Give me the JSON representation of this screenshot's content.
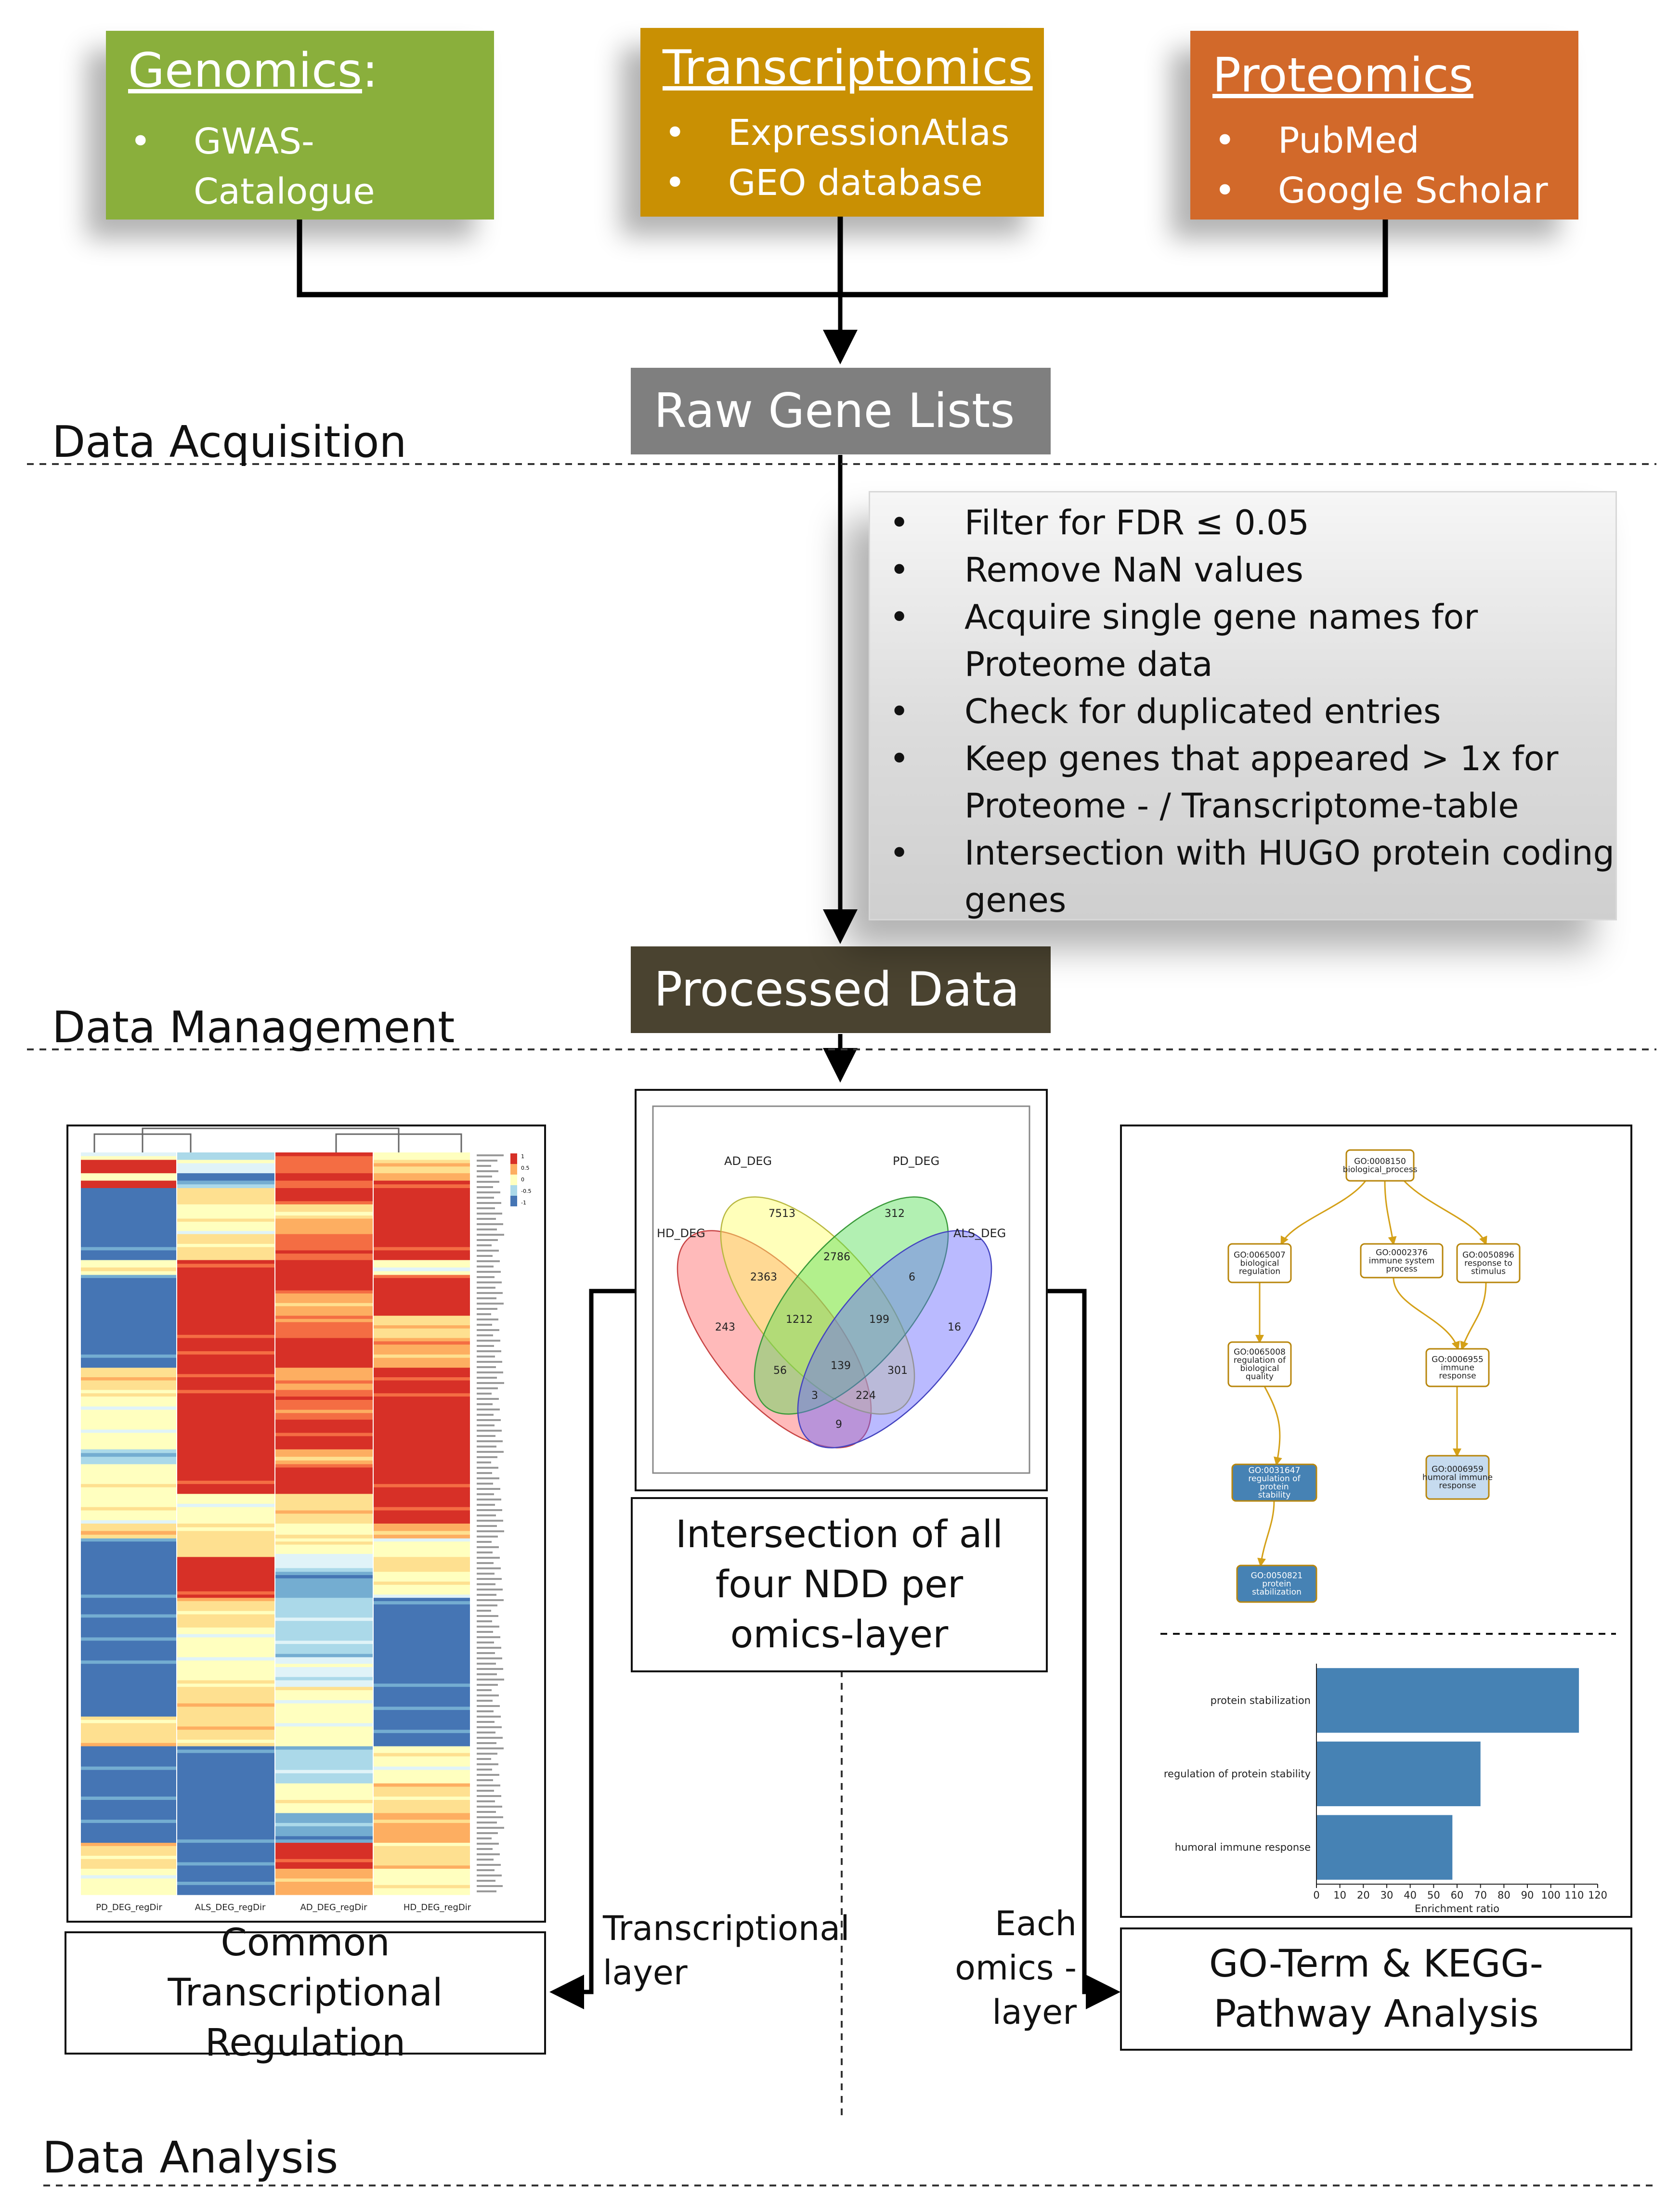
{
  "sources": {
    "genomics": {
      "title": "Genomics",
      "suffix": ":",
      "items": [
        "GWAS-",
        "Catalogue"
      ],
      "color": "#8aaf3c"
    },
    "transcriptomics": {
      "title": "Transcriptomics",
      "items": [
        "ExpressionAtlas",
        "GEO database"
      ],
      "color": "#c99003"
    },
    "proteomics": {
      "title": "Proteomics",
      "items": [
        "PubMed",
        "Google Scholar"
      ],
      "color": "#d2692a"
    }
  },
  "raw_gene_lists": {
    "label": "Raw Gene Lists",
    "color": "#7f7f7f"
  },
  "processed_data": {
    "label": "Processed Data",
    "color": "#4a4330"
  },
  "phases": {
    "acquisition": "Data Acquisition",
    "management": "Data Management",
    "analysis": "Data Analysis"
  },
  "filter_steps": [
    "Filter for FDR ≤ 0.05",
    "Remove NaN values",
    "Acquire single gene names for Proteome data",
    "Check for duplicated entries",
    "Keep genes that appeared > 1x for Proteome - / Transcriptome-table",
    "Intersection with HUGO protein coding genes"
  ],
  "venn": {
    "sets": [
      "AD_DEG",
      "PD_DEG",
      "HD_DEG",
      "ALS_DEG"
    ],
    "colors": {
      "AD_DEG": "#ffff66",
      "PD_DEG": "#55dd55",
      "HD_DEG": "#ff6666",
      "ALS_DEG": "#6666ff"
    },
    "counts": [
      "7513",
      "312",
      "2786",
      "243",
      "2363",
      "6",
      "16",
      "1212",
      "199",
      "56",
      "139",
      "301",
      "3",
      "224",
      "9"
    ]
  },
  "intersection_label": "Intersection of all four NDD per omics-layer",
  "heatmap": {
    "columns": [
      "PD_DEG_regDir",
      "ALS_DEG_regDir",
      "AD_DEG_regDir",
      "HD_DEG_regDir"
    ],
    "scale_ticks": [
      "1",
      "0.5",
      "0",
      "-0.5",
      "-1"
    ]
  },
  "go_tree": {
    "root": {
      "id": "GO:0008150",
      "name": "biological_process"
    },
    "nodes": [
      {
        "id": "GO:0065007",
        "name": "biological regulation"
      },
      {
        "id": "GO:0002376",
        "name": "immune system process"
      },
      {
        "id": "GO:0050896",
        "name": "response to stimulus"
      },
      {
        "id": "GO:0065008",
        "name": "regulation of biological quality"
      },
      {
        "id": "GO:0006955",
        "name": "immune response"
      },
      {
        "id": "GO:0031647",
        "name": "regulation of protein stability"
      },
      {
        "id": "GO:0006959",
        "name": "humoral immune response"
      },
      {
        "id": "GO:0050821",
        "name": "protein stabilization"
      }
    ]
  },
  "enrichment": {
    "categories": [
      "protein stabilization",
      "regulation of protein stability",
      "humoral immune response"
    ],
    "values": [
      112,
      70,
      58
    ],
    "xlim": [
      0,
      120
    ],
    "ticks": [
      "0",
      "10",
      "20",
      "30",
      "40",
      "50",
      "60",
      "70",
      "80",
      "90",
      "100",
      "110",
      "120"
    ],
    "xlabel": "Enrichment ratio",
    "bar_color": "#4682b4"
  },
  "outputs": {
    "common": "Common Transcriptional Regulation",
    "go_kegg": "GO-Term & KEGG-Pathway Analysis"
  },
  "side_labels": {
    "transcriptional": "Transcriptional layer",
    "each_omics": "Each omics -layer"
  }
}
